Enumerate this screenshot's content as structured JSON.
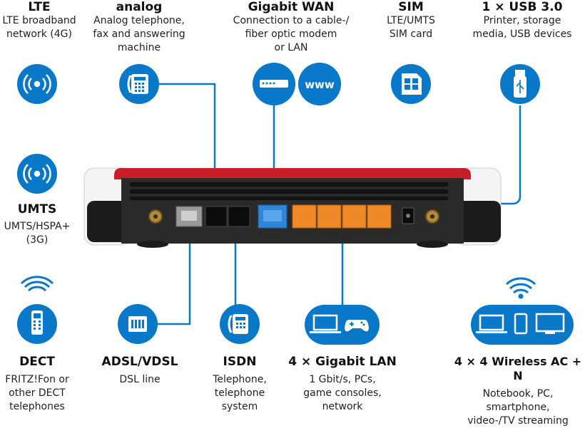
{
  "features": {
    "lte": {
      "title": "LTE",
      "desc": [
        "LTE broadband",
        "network (4G)"
      ]
    },
    "analog": {
      "title": "analog",
      "desc": [
        "Analog telephone,",
        "fax and answering",
        "machine"
      ]
    },
    "wan": {
      "title": "Gigabit WAN",
      "desc": [
        "Connection to a cable-/",
        "fiber optic modem",
        "or LAN"
      ],
      "www": "www"
    },
    "sim": {
      "title": "SIM",
      "desc": [
        "LTE/UMTS",
        "SIM card"
      ]
    },
    "usb": {
      "title": "1 × USB 3.0",
      "desc": [
        "Printer, storage",
        "media, USB devices"
      ]
    },
    "umts": {
      "title": "UMTS",
      "desc": [
        "UMTS/HSPA+",
        "(3G)"
      ]
    },
    "dect": {
      "title": "DECT",
      "desc": [
        "FRITZ!Fon or",
        "other DECT",
        "telephones"
      ]
    },
    "dsl": {
      "title": "ADSL/VDSL",
      "desc": [
        "DSL line"
      ]
    },
    "isdn": {
      "title": "ISDN",
      "desc": [
        "Telephone,",
        "telephone",
        "system"
      ]
    },
    "lan": {
      "title": "4 × Gigabit LAN",
      "desc": [
        "1 Gbit/s, PCs,",
        "game consoles,",
        "network"
      ]
    },
    "wlan": {
      "title": "4 × 4 Wireless AC + N",
      "desc": [
        "Notebook, PC,",
        "smartphone,",
        "video-/TV streaming"
      ]
    }
  },
  "colors": {
    "accent": "#0a78c8",
    "router_red": "#c81e28",
    "router_body": "#2a2a2a",
    "lan_port": "#f08a28",
    "wan_port": "#2f86d8"
  },
  "icons": {
    "lte": "broadcast-icon",
    "umts": "broadcast-icon",
    "analog": "telephone-icon",
    "wan": "modem-icon",
    "sim": "sim-card-icon",
    "usb": "usb-stick-icon",
    "dect": "cordless-phone-icon",
    "dsl": "dsl-splitter-icon",
    "isdn": "telephone-icon",
    "lan": "laptop-gamepad-icon",
    "wlan": "laptop-phone-tv-icon"
  }
}
